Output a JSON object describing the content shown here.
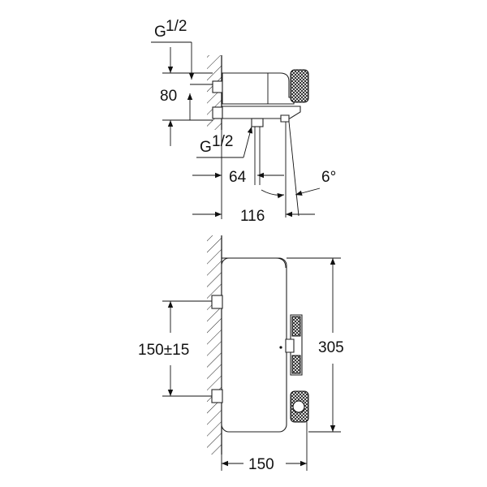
{
  "top_view": {
    "inlet_thread": "G",
    "inlet_thread_fraction": "1/2",
    "outlet_thread": "G",
    "outlet_thread_fraction": "1/2",
    "height_dim": "80",
    "outlet_offset_dim": "64",
    "depth_dim": "116",
    "angle_dim": "6°"
  },
  "front_view": {
    "centers_dim": "150±15",
    "height_dim": "305",
    "width_dim": "150"
  }
}
